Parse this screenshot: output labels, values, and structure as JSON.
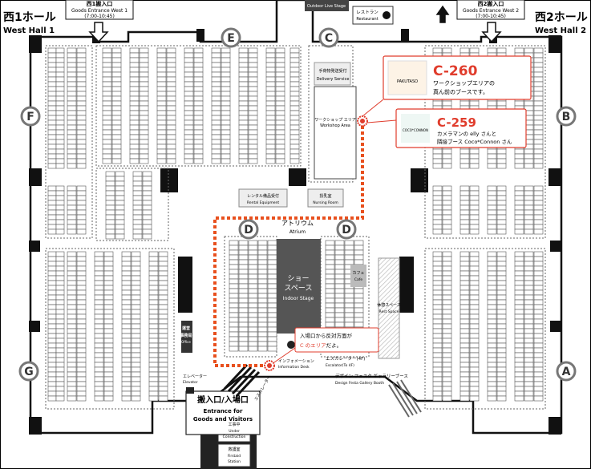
{
  "hall_west_1": {
    "jp": "西1ホール",
    "en": "West Hall 1"
  },
  "hall_west_2": {
    "jp": "西2ホール",
    "en": "West Hall 2"
  },
  "entrance_west_1": {
    "jp": "西1搬入口",
    "en": "Goods Entrance West 1",
    "time": "(7:00-10:45)"
  },
  "entrance_west_2": {
    "jp": "西2搬入口",
    "en": "Goods Entrance West 2",
    "time": "(7:00-10:45)"
  },
  "outdoor_stage": {
    "en": "Outdoor Live Stage"
  },
  "restaurant": {
    "jp": "レストラン",
    "en": "Restaurant"
  },
  "zones": {
    "E": "E",
    "C": "C",
    "F": "F",
    "B": "B",
    "D": "D",
    "G": "G",
    "A": "A"
  },
  "delivery": {
    "jp": "手荷物発送受付",
    "en": "Delivery Service"
  },
  "workshop": {
    "jp": "ワークショップ エリア",
    "en": "Workshop Area"
  },
  "rental": {
    "jp": "レンタル備品受付",
    "en": "Rental Equipment"
  },
  "nursing": {
    "jp": "授乳室",
    "en": "Nursing Room"
  },
  "atrium": {
    "jp": "アトリウム",
    "en": "Atrium"
  },
  "stage": {
    "jp1": "ショー",
    "jp2": "スペース",
    "en": "Indoor Stage"
  },
  "cafe": {
    "jp": "カフェ",
    "en": "Cafe"
  },
  "rest": {
    "jp": "休憩スペース",
    "en": "Rest Space"
  },
  "office": {
    "jp1": "運営",
    "jp2": "事務局",
    "en": "Office"
  },
  "elevator": {
    "jp": "エレベーター",
    "en": "Elevator"
  },
  "info": {
    "jp": "インフォメーション",
    "en": "Information Desk"
  },
  "escalator_4f": {
    "jp": "エスカレーター(4F)",
    "en": "Escalator(To 4F)"
  },
  "escalator_side": "エスカレーター",
  "gallery": {
    "jp": "デザイン フェスタ ギャラリーブース",
    "en": "Design Festa Gallery Booth"
  },
  "visitors_entrance": {
    "jp": "搬入口/入場口",
    "en1": "Entrance for",
    "en2": "Goods and Visitors"
  },
  "construction": {
    "jp": "工事中",
    "en1": "Under",
    "en2": "Construction"
  },
  "firestation": {
    "jp": "救護室",
    "en1": "Firstaid",
    "en2": "Station"
  },
  "callout_260": {
    "code": "C-260",
    "line1": "ワークショップエリアの",
    "line2": "真ん前のブースです。",
    "logo": "PAKUTASO"
  },
  "callout_259": {
    "code": "C-259",
    "line1": "カメラマンの elly さんと",
    "line2": "隣接ブース Coco*Connon さん",
    "logo": "COCO*CONNON"
  },
  "callout_route": {
    "line1": "入場口から反対方面が",
    "line2_em": "C のエリア",
    "line2_rest": "だよ。"
  },
  "colors": {
    "accent": "#e03c2c",
    "route": "#e8501e",
    "booth_stroke": "#555555",
    "zone_circle": "#777777"
  }
}
